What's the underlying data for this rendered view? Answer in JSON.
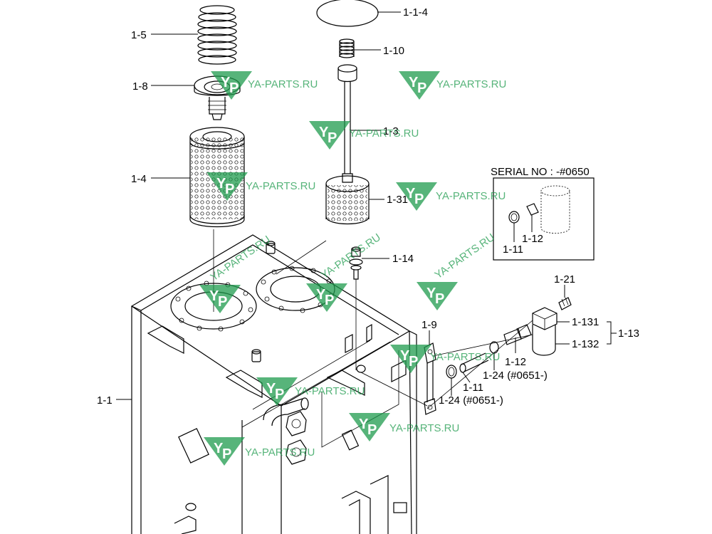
{
  "labels": {
    "l_1_1_4": "1-1-4",
    "l_1_5": "1-5",
    "l_1_10": "1-10",
    "l_1_8": "1-8",
    "l_1_3": "1-3",
    "l_1_4": "1-4",
    "l_1_31": "1-31",
    "l_1_14": "1-14",
    "l_1_1": "1-1",
    "l_1_9": "1-9",
    "l_1_21": "1-21",
    "l_1_131": "1-131",
    "l_1_132": "1-132",
    "l_1_13": "1-13",
    "l_1_12_main": "1-12",
    "l_1_24_a": "1-24 (#0651-)",
    "l_1_11_main": "1-11",
    "l_1_24_b": "1-24 (#0651-)",
    "l_1_12_inset": "1-12",
    "l_1_11_inset": "1-11"
  },
  "inset": {
    "title": "SERIAL NO : -#0650"
  },
  "watermark": {
    "text": "YA-PARTS.RU",
    "logo_letters": "YP",
    "color": "#1f9b4e"
  }
}
